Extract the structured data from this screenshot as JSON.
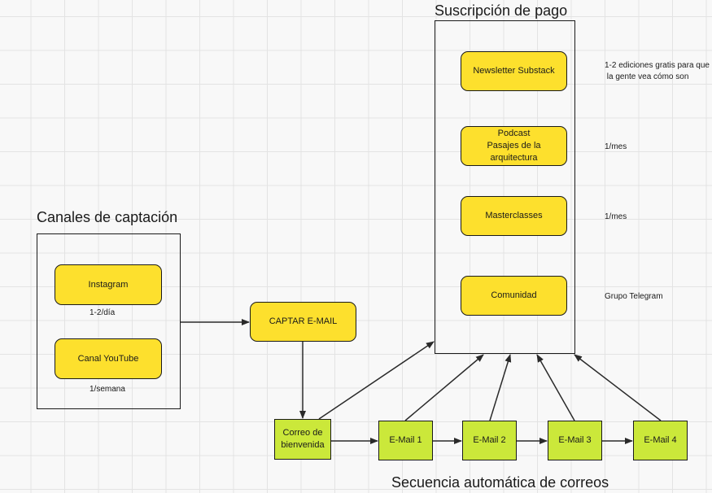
{
  "headings": {
    "suscripcion": "Suscripción de pago",
    "canales": "Canales de captación",
    "secuencia": "Secuencia automática de correos"
  },
  "canales": {
    "instagram": {
      "label": "Instagram",
      "note": "1-2/día"
    },
    "youtube": {
      "label": "Canal YouTube",
      "note": "1/semana"
    }
  },
  "captar": {
    "label": "CAPTAR E-MAIL"
  },
  "suscripcion": {
    "newsletter": {
      "label": "Newsletter Substack",
      "note": "1-2 ediciones gratis para que\n la gente vea cómo son"
    },
    "podcast": {
      "label": "Podcast\nPasajes de la arquitectura",
      "note": "1/mes"
    },
    "masterclasses": {
      "label": "Masterclasses",
      "note": "1/mes"
    },
    "comunidad": {
      "label": "Comunidad",
      "note": "Grupo Telegram"
    }
  },
  "secuencia": {
    "bienvenida": "Correo de\nbienvenida",
    "email1": "E-Mail 1",
    "email2": "E-Mail 2",
    "email3": "E-Mail 3",
    "email4": "E-Mail 4"
  },
  "colors": {
    "sticky_yellow": "#fde02d",
    "email_green": "#cbe83a",
    "outline": "#1a1a1a"
  }
}
